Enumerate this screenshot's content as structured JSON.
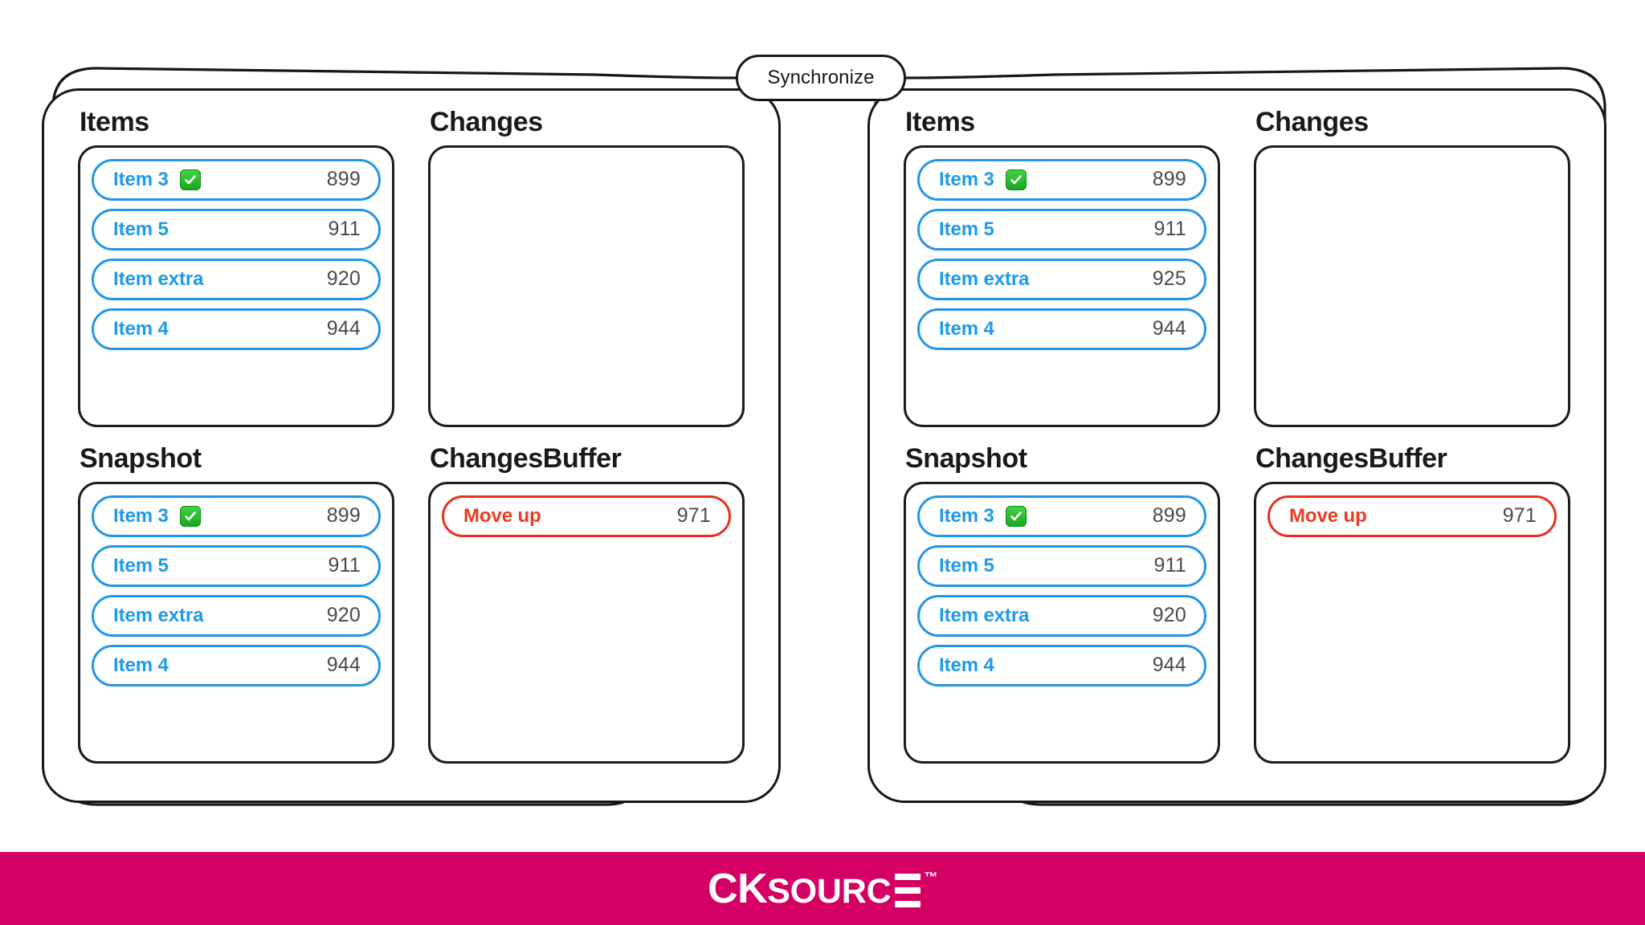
{
  "diagram": {
    "sync_label": "Synchronize",
    "panels": [
      {
        "id": "left",
        "sections": {
          "items": {
            "title": "Items",
            "rows": [
              {
                "label": "Item 3",
                "rev": "899",
                "checked": true
              },
              {
                "label": "Item 5",
                "rev": "911",
                "checked": false
              },
              {
                "label": "Item extra",
                "rev": "920",
                "checked": false
              },
              {
                "label": "Item 4",
                "rev": "944",
                "checked": false
              }
            ]
          },
          "changes": {
            "title": "Changes",
            "rows": []
          },
          "snapshot": {
            "title": "Snapshot",
            "rows": [
              {
                "label": "Item 3",
                "rev": "899",
                "checked": true
              },
              {
                "label": "Item 5",
                "rev": "911",
                "checked": false
              },
              {
                "label": "Item extra",
                "rev": "920",
                "checked": false
              },
              {
                "label": "Item 4",
                "rev": "944",
                "checked": false
              }
            ]
          },
          "changes_buffer": {
            "title": "ChangesBuffer",
            "rows": [
              {
                "label": "Move up",
                "rev": "971",
                "kind": "change"
              }
            ]
          }
        }
      },
      {
        "id": "right",
        "sections": {
          "items": {
            "title": "Items",
            "rows": [
              {
                "label": "Item 3",
                "rev": "899",
                "checked": true
              },
              {
                "label": "Item 5",
                "rev": "911",
                "checked": false
              },
              {
                "label": "Item extra",
                "rev": "925",
                "checked": false
              },
              {
                "label": "Item 4",
                "rev": "944",
                "checked": false
              }
            ]
          },
          "changes": {
            "title": "Changes",
            "rows": []
          },
          "snapshot": {
            "title": "Snapshot",
            "rows": [
              {
                "label": "Item 3",
                "rev": "899",
                "checked": true
              },
              {
                "label": "Item 5",
                "rev": "911",
                "checked": false
              },
              {
                "label": "Item extra",
                "rev": "920",
                "checked": false
              },
              {
                "label": "Item 4",
                "rev": "944",
                "checked": false
              }
            ]
          },
          "changes_buffer": {
            "title": "ChangesBuffer",
            "rows": [
              {
                "label": "Move up",
                "rev": "971",
                "kind": "change"
              }
            ]
          }
        }
      }
    ]
  },
  "footer": {
    "logo_ck": "CK",
    "logo_ourc": "SOURC",
    "logo_tm": "™",
    "background": "#d50064"
  },
  "colors": {
    "item_blue": "#1e9ae8",
    "change_red": "#ec3b22",
    "check_green": "#16a81c",
    "outline": "#17171a",
    "brand_magenta": "#d50064"
  }
}
